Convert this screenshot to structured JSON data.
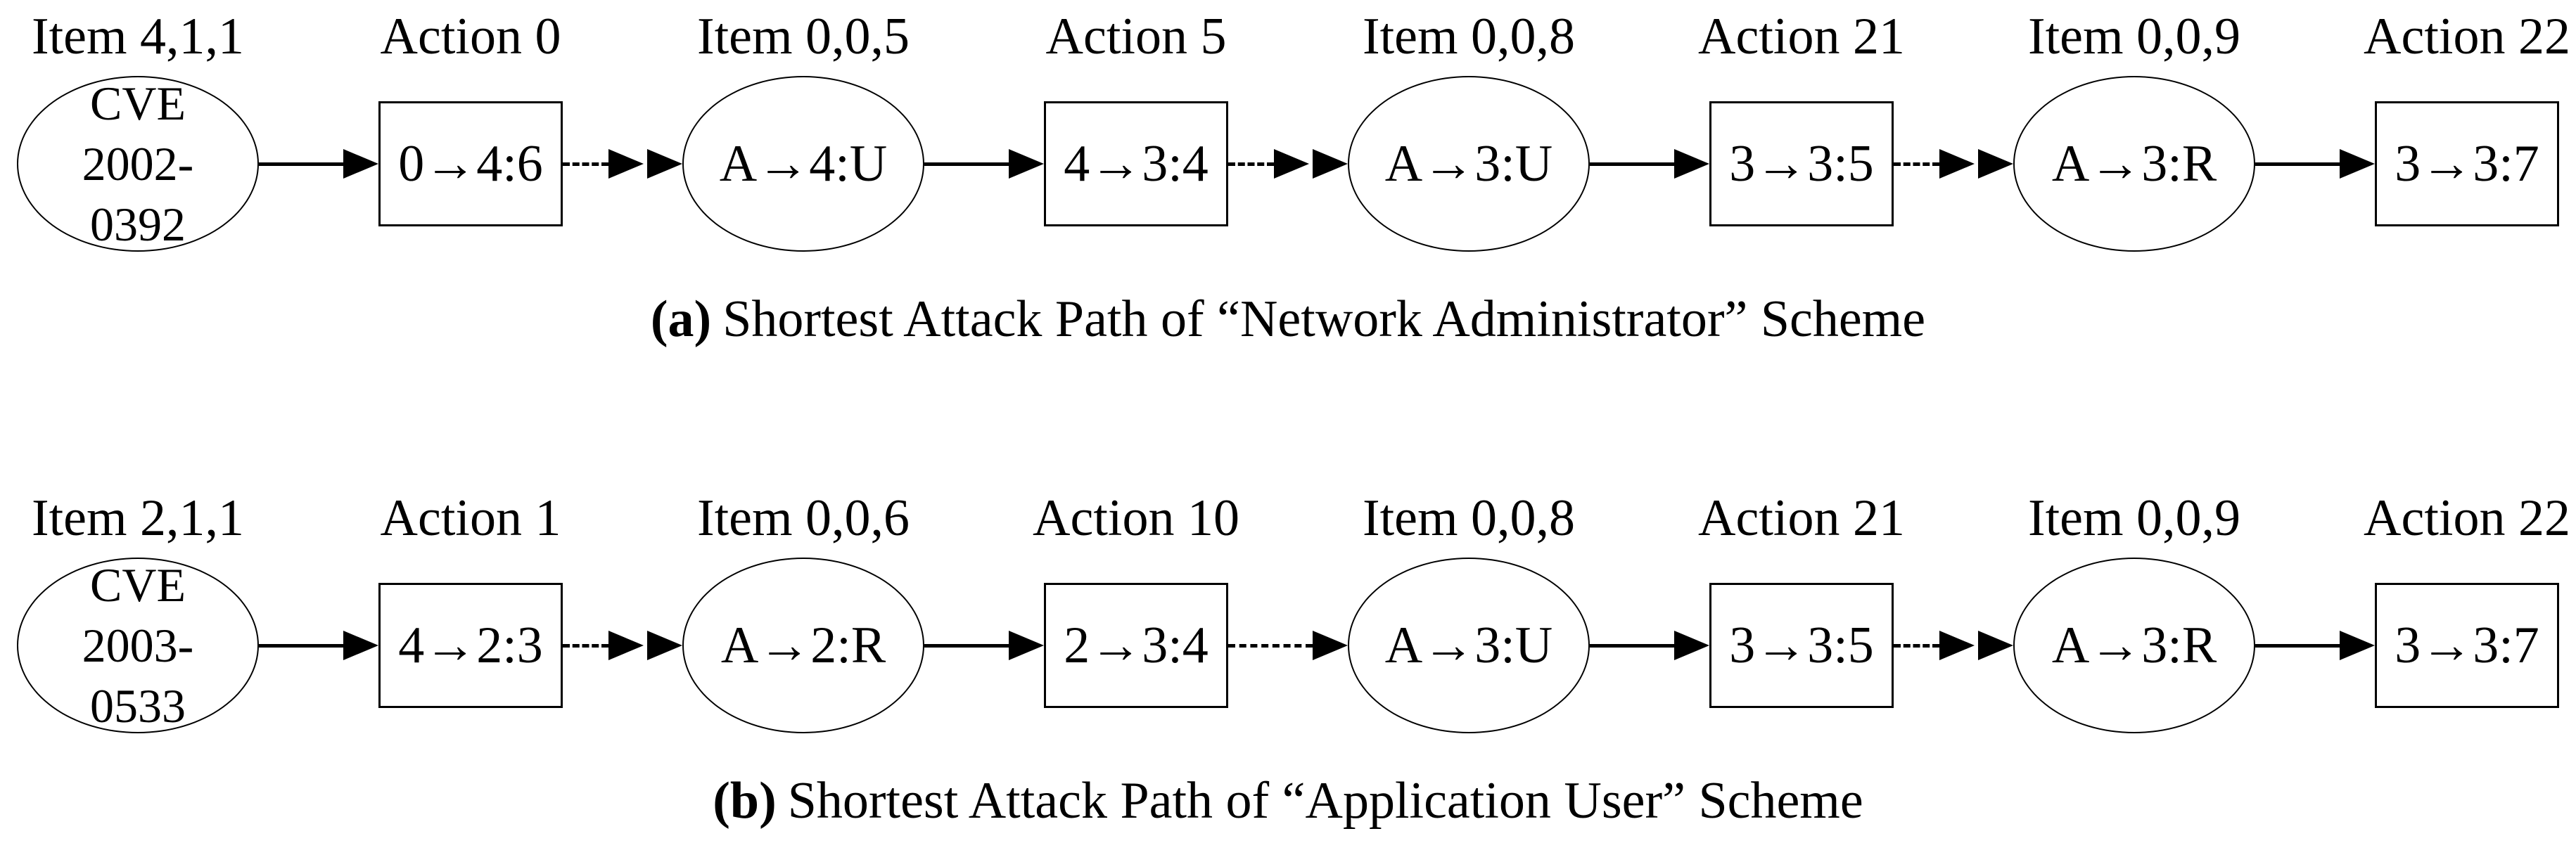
{
  "colors": {
    "background": "#ffffff",
    "line": "#000000",
    "text": "#000000"
  },
  "figures": [
    {
      "caption_label": "(a)",
      "caption_text": "Shortest Attack Path of “Network Administrator” Scheme",
      "stages": [
        {
          "label": "Item 4,1,1",
          "shape": "ellipse",
          "text": "CVE 2002-0392",
          "lines": [
            "CVE",
            "2002-",
            "0392"
          ]
        },
        {
          "label": "Action 0",
          "shape": "rect",
          "text": "0→4:6"
        },
        {
          "label": "Item 0,0,5",
          "shape": "ellipse",
          "text": "A→4:U"
        },
        {
          "label": "Action 5",
          "shape": "rect",
          "text": "4→3:4"
        },
        {
          "label": "Item 0,0,8",
          "shape": "ellipse",
          "text": "A→3:U"
        },
        {
          "label": "Action 21",
          "shape": "rect",
          "text": "3→3:5"
        },
        {
          "label": "Item 0,0,9",
          "shape": "ellipse",
          "text": "A→3:R"
        },
        {
          "label": "Action 22",
          "shape": "rect",
          "text": "3→3:7"
        }
      ],
      "connectors": [
        "solid",
        "dashed-double",
        "solid",
        "dashed-double",
        "solid",
        "dashed-double",
        "solid"
      ]
    },
    {
      "caption_label": "(b)",
      "caption_text": "Shortest Attack Path of “Application User” Scheme",
      "stages": [
        {
          "label": "Item 2,1,1",
          "shape": "ellipse",
          "text": "CVE 2003-0533",
          "lines": [
            "CVE",
            "2003-",
            "0533"
          ]
        },
        {
          "label": "Action 1",
          "shape": "rect",
          "text": "4→2:3"
        },
        {
          "label": "Item 0,0,6",
          "shape": "ellipse",
          "text": "A→2:R"
        },
        {
          "label": "Action 10",
          "shape": "rect",
          "text": "2→3:4"
        },
        {
          "label": "Item 0,0,8",
          "shape": "ellipse",
          "text": "A→3:U"
        },
        {
          "label": "Action 21",
          "shape": "rect",
          "text": "3→3:5"
        },
        {
          "label": "Item 0,0,9",
          "shape": "ellipse",
          "text": "A→3:R"
        },
        {
          "label": "Action 22",
          "shape": "rect",
          "text": "3→3:7"
        }
      ],
      "connectors": [
        "solid",
        "dashed-double",
        "solid",
        "dashed-single",
        "solid",
        "dashed-double",
        "solid"
      ]
    }
  ]
}
